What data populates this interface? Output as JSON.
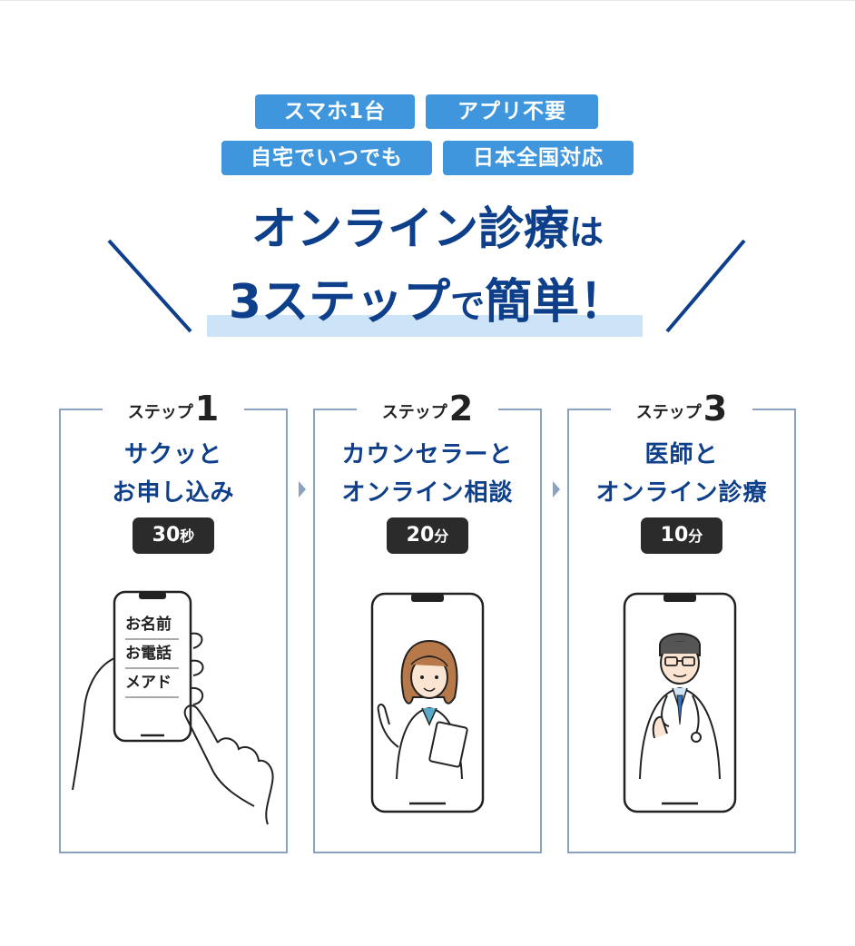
{
  "tags": [
    "スマホ1台",
    "アプリ不要",
    "自宅でいつでも",
    "日本全国対応"
  ],
  "headline": {
    "line1_main": "オンライン診療",
    "line1_particle": "は",
    "line2_main": "3ステップ",
    "line2_particle": "で",
    "line2_end": "簡単！"
  },
  "steps": [
    {
      "label_word": "ステップ",
      "number": "1",
      "title_line1": "サクッと",
      "title_line2": "お申し込み",
      "duration_value": "30",
      "duration_unit": "秒",
      "phone_fields": [
        "お名前",
        "お電話",
        "メアド"
      ]
    },
    {
      "label_word": "ステップ",
      "number": "2",
      "title_line1": "カウンセラーと",
      "title_line2": "オンライン相談",
      "duration_value": "20",
      "duration_unit": "分"
    },
    {
      "label_word": "ステップ",
      "number": "3",
      "title_line1": "医師と",
      "title_line2": "オンライン診療",
      "duration_value": "10",
      "duration_unit": "分"
    }
  ],
  "colors": {
    "tag_blue": "#3f96dc",
    "headline_navy": "#0e3f8a",
    "highlight": "#cde3f7",
    "frame_line": "#8aa3c2",
    "pill_dark": "#2b2b2b"
  }
}
